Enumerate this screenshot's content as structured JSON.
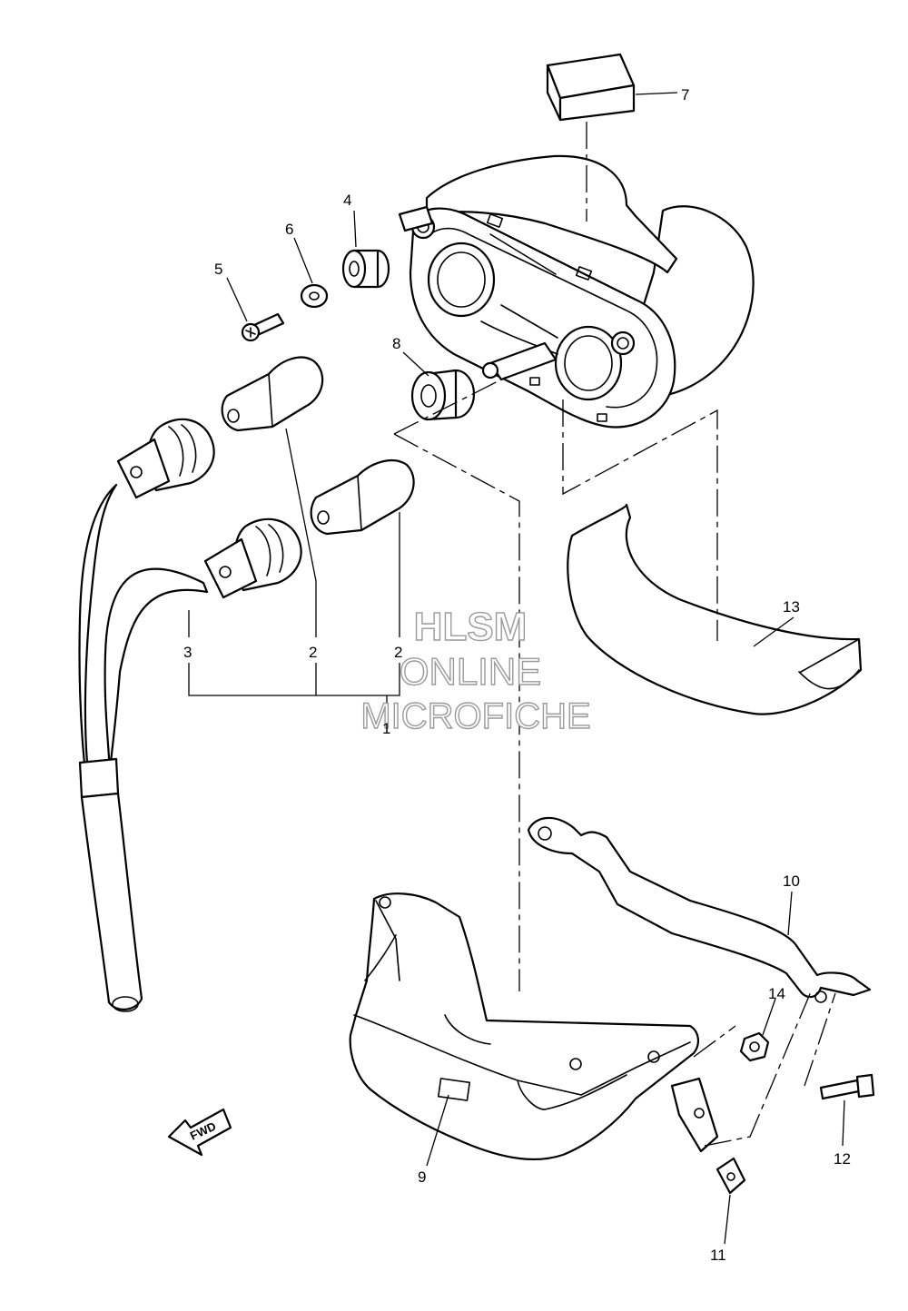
{
  "callouts": {
    "c1": "1",
    "c2a": "2",
    "c2b": "2",
    "c3": "3",
    "c4": "4",
    "c5": "5",
    "c6": "6",
    "c7": "7",
    "c8": "8",
    "c9": "9",
    "c10": "10",
    "c11": "11",
    "c12": "12",
    "c13": "13",
    "c14": "14"
  },
  "watermark": {
    "line1": "HLSM",
    "line2": "ONLINE",
    "line3": "MICROFICHE"
  },
  "direction_marker": {
    "label": "FWD",
    "icon": "fwd-arrow-icon"
  }
}
